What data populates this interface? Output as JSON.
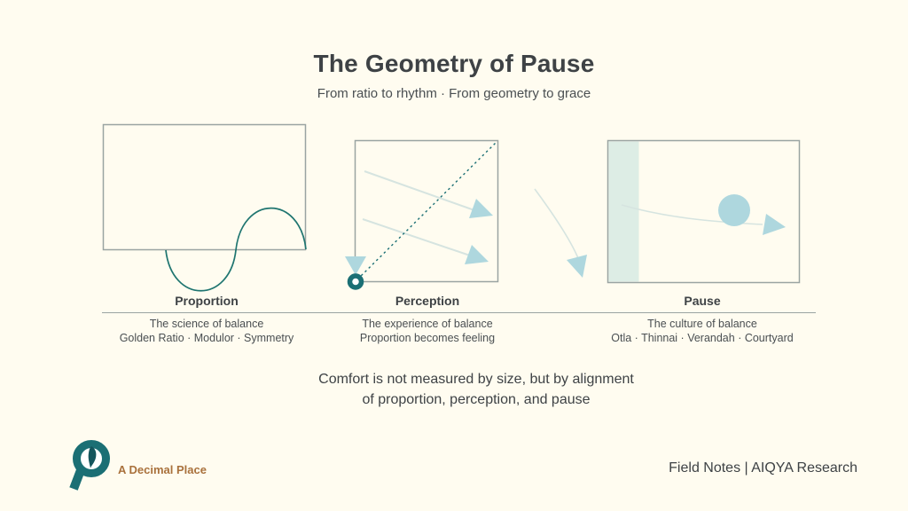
{
  "title": "The Geometry of Pause",
  "subtitle": "From ratio to rhythm · From geometry to grace",
  "columns": [
    {
      "name": "Proportion",
      "desc1": "The science of balance",
      "desc2": "Golden Ratio · Modulor · Symmetry"
    },
    {
      "name": "Perception",
      "desc1": "The experience of balance",
      "desc2": "Proportion becomes feeling"
    },
    {
      "name": "Pause",
      "desc1": "The culture of balance",
      "desc2": "Otla · Thinnai · Verandah · Courtyard"
    }
  ],
  "quote": {
    "line1": "Comfort is not measured by size, but by alignment",
    "line2": "of proportion, perception, and pause"
  },
  "footer": {
    "brand": "A Decimal Place",
    "right": "Field Notes | AIQYA Research"
  },
  "icons": {
    "logo": "q-magnifier-logo",
    "diagram1": "sine-curve-over-rectangle",
    "diagram2": "dashed-diagonal-with-arrows",
    "diagram3": "drifting-dot-with-threshold-band"
  },
  "colors": {
    "background": "#fffcf0",
    "teal_dark": "#1b6f74",
    "teal_curve": "#1f7570",
    "light_blue": "#aed7de",
    "pale_line": "#d6e4e0",
    "mint_band": "#ddede5",
    "border_gray": "#9aa4a2",
    "text_dark": "#3e4245",
    "text_mid": "#4a4f52",
    "brand_brown": "#a9713c"
  }
}
